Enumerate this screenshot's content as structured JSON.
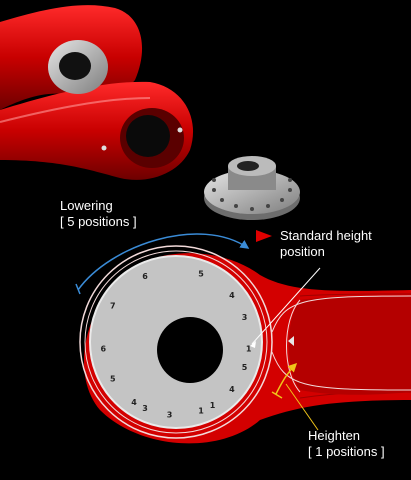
{
  "labels": {
    "lowering": {
      "line1": "Lowering",
      "line2": "[ 5 positions ]"
    },
    "standard": {
      "line1": "Standard height",
      "line2": "position"
    },
    "heighten": {
      "line1": "Heighten",
      "line2": "[ 1 positions ]"
    }
  },
  "dial_numbers": [
    "5",
    "4",
    "3",
    "1",
    "1",
    "3",
    "4",
    "5",
    "6",
    "7",
    "6",
    "5",
    "4",
    "3",
    "1"
  ],
  "colors": {
    "background": "#000000",
    "arm_red": "#cc0000",
    "arm_dark_red": "#7a0000",
    "stripe": "#f2dada",
    "dial_grey": "#c4c4c4",
    "lowering_arrow": "#3a8bd6",
    "heighten_arrow": "#f0c419",
    "standard_marker": "#e00000"
  }
}
